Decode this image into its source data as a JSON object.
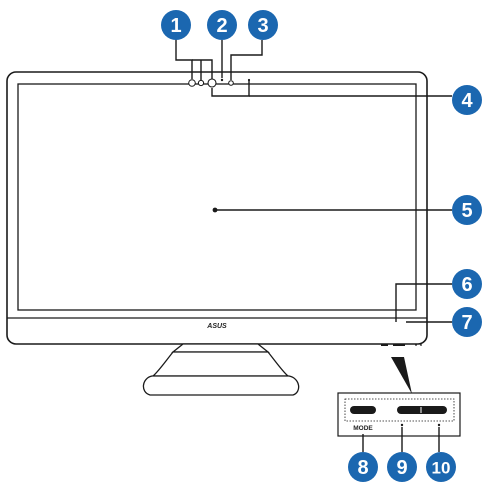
{
  "brand_logo": "ASUS",
  "mode_label": "MODE",
  "callouts": [
    {
      "number": "1"
    },
    {
      "number": "2"
    },
    {
      "number": "3"
    },
    {
      "number": "4"
    },
    {
      "number": "5"
    },
    {
      "number": "6"
    },
    {
      "number": "7"
    },
    {
      "number": "8"
    },
    {
      "number": "9"
    },
    {
      "number": "10"
    }
  ],
  "colors": {
    "badge": "#1b67b0",
    "outline": "#1a1a1a",
    "background": "#ffffff"
  }
}
